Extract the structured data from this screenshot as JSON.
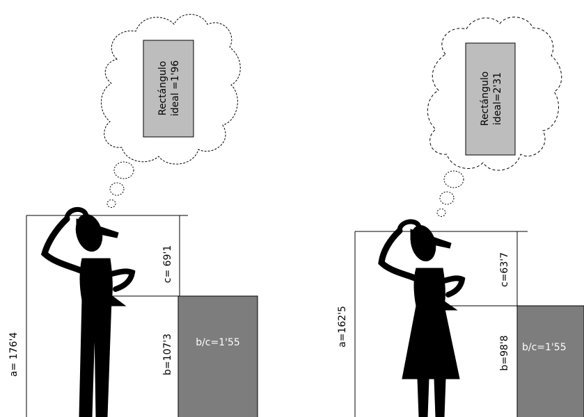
{
  "figures": [
    {
      "id": "man",
      "thought_text": [
        "Rectángulo",
        "ideal =1'96"
      ],
      "height_label": "a= 176'4",
      "upper_label": "c= 69'1",
      "lower_label": "b=107'3",
      "ratio_label": "b/c=1'55"
    },
    {
      "id": "woman",
      "thought_text": [
        "Rectángulo",
        "ideal=2'31"
      ],
      "height_label": "a=162'5",
      "upper_label": "c=63'7",
      "lower_label": "b=98'8",
      "ratio_label": "b/c=1'55"
    }
  ],
  "colors": {
    "box_gray": "#bdbdbd",
    "rect_gray": "#7d7d7d",
    "ink": "#000000"
  }
}
